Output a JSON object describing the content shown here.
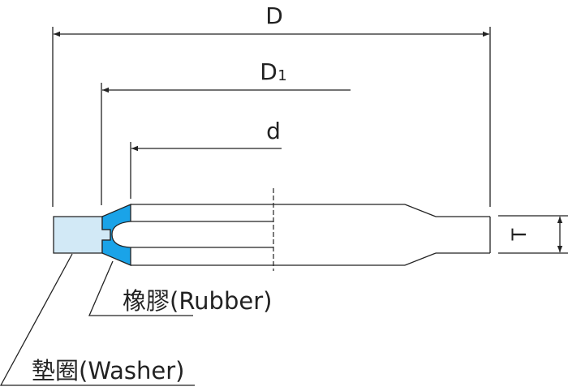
{
  "dimensions": {
    "outer_diameter": "D",
    "inner_diameter_main": "D",
    "inner_diameter_sub": "1",
    "bore": "d",
    "thickness": "T"
  },
  "callouts": {
    "rubber": "橡膠(Rubber)",
    "washer": "墊圈(Washer)"
  },
  "colors": {
    "line": "#222222",
    "rubber_fill": "#1aa3e8",
    "washer_fill": "#d2e9f6"
  }
}
